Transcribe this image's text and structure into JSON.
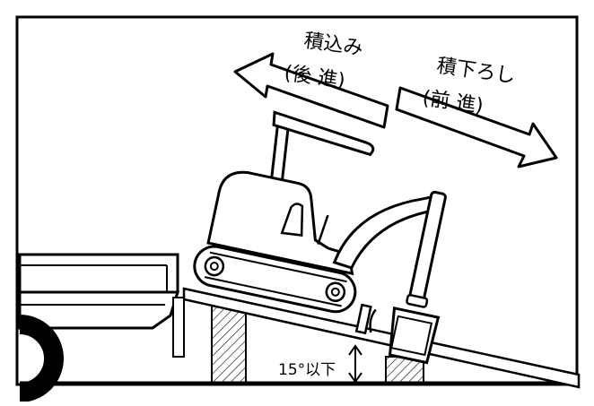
{
  "labels": {
    "loading_line1": "積込み",
    "loading_line2": "(後 進)",
    "unloading_line1": "積下ろし",
    "unloading_line2": "(前 進)",
    "angle": "15°以下"
  },
  "colors": {
    "stroke": "#000000",
    "background": "#ffffff"
  }
}
